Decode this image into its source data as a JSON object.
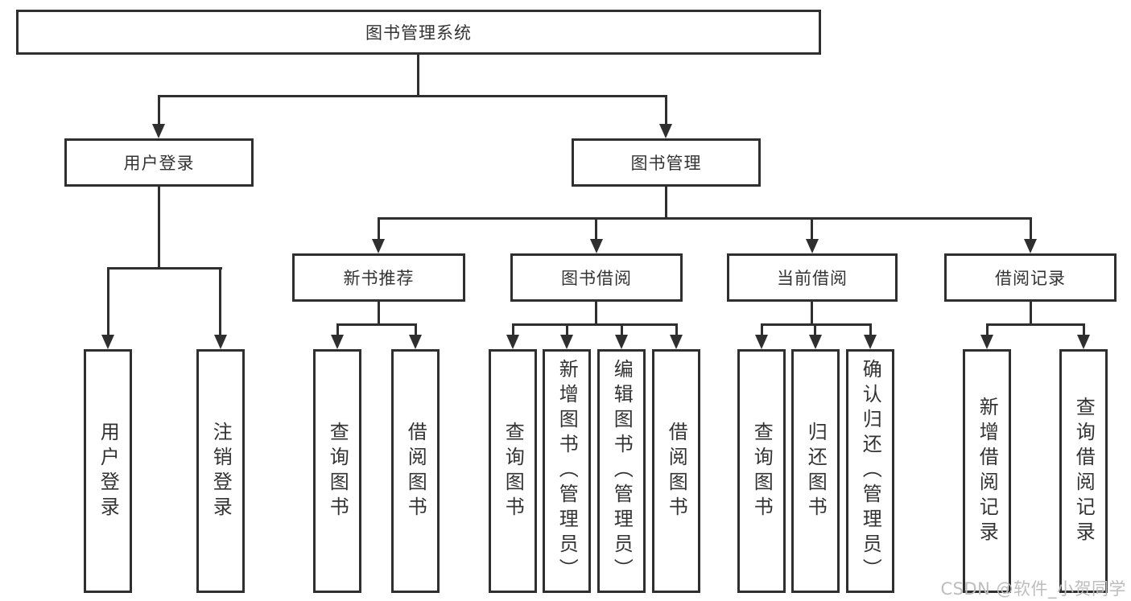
{
  "diagram_type": "hierarchy-tree",
  "colors": {
    "line": "#2f2f2f",
    "box_border": "#2f2f2f",
    "box_fill": "#ffffff",
    "text": "#333333",
    "watermark": "#bdbdbd",
    "background": "#ffffff"
  },
  "watermark": {
    "text": "CSDN @软件_小贺同学"
  },
  "tree": {
    "label": "图书管理系统",
    "children": [
      {
        "label": "用户登录",
        "children": [
          {
            "label": "用户登录"
          },
          {
            "label": "注销登录"
          }
        ]
      },
      {
        "label": "图书管理",
        "children": [
          {
            "label": "新书推荐",
            "children": [
              {
                "label": "查询图书"
              },
              {
                "label": "借阅图书"
              }
            ]
          },
          {
            "label": "图书借阅",
            "children": [
              {
                "label": "查询图书"
              },
              {
                "label": "新增图书（管理员）"
              },
              {
                "label": "编辑图书（管理员）"
              },
              {
                "label": "借阅图书"
              }
            ]
          },
          {
            "label": "当前借阅",
            "children": [
              {
                "label": "查询图书"
              },
              {
                "label": "归还图书"
              },
              {
                "label": "确认归还（管理员）"
              }
            ]
          },
          {
            "label": "借阅记录",
            "children": [
              {
                "label": "新增借阅记录"
              },
              {
                "label": "查询借阅记录"
              }
            ]
          }
        ]
      }
    ]
  }
}
